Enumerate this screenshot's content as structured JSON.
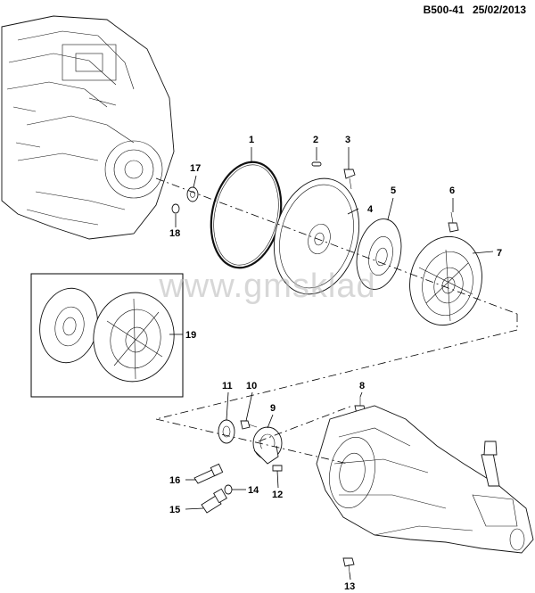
{
  "header": {
    "code": "B500-41",
    "date": "25/02/2013"
  },
  "watermark": "www.gmsklad",
  "callouts": [
    "1",
    "2",
    "3",
    "4",
    "5",
    "6",
    "7",
    "8",
    "9",
    "10",
    "11",
    "12",
    "13",
    "14",
    "15",
    "16",
    "17",
    "18",
    "19"
  ]
}
